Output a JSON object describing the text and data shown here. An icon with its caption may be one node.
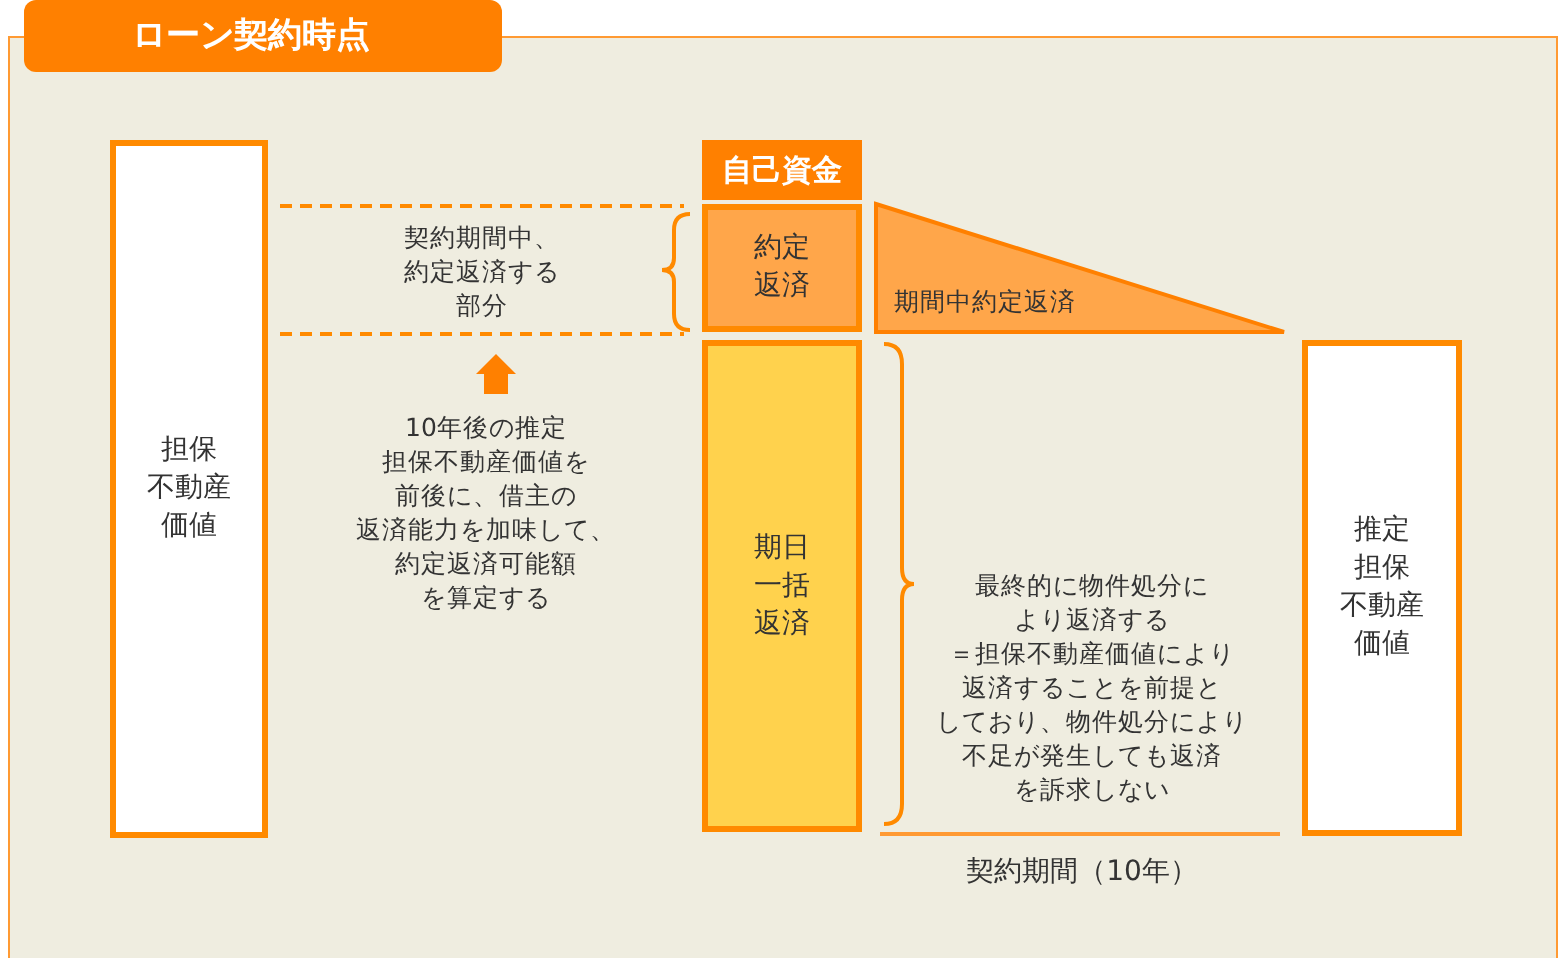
{
  "diagram": {
    "title": "ローン契約時点",
    "nodes": [
      {
        "text": [
          "担保不動産価値"
        ]
      },
      {
        "text": [
          "自己資金"
        ]
      },
      {
        "text": [
          "約定返済"
        ]
      },
      {
        "text": [
          "期間中約定返済"
        ]
      },
      {
        "text": [
          "期日一括返済"
        ]
      },
      {
        "text": [
          "推定担保不動産価値"
        ]
      }
    ],
    "labels": [
      "契約期間中、約定返済する部分",
      "10年後の推定担保不動産価値を前後に、借主の返済能力を加味して、約定返済可能額を算定する",
      "最終的に物件処分により返済する＝担保不動産価値により返済することを前提としており、物件処分により不足が発生しても返済を訴求しない",
      "契約期間（10年）"
    ]
  }
}
